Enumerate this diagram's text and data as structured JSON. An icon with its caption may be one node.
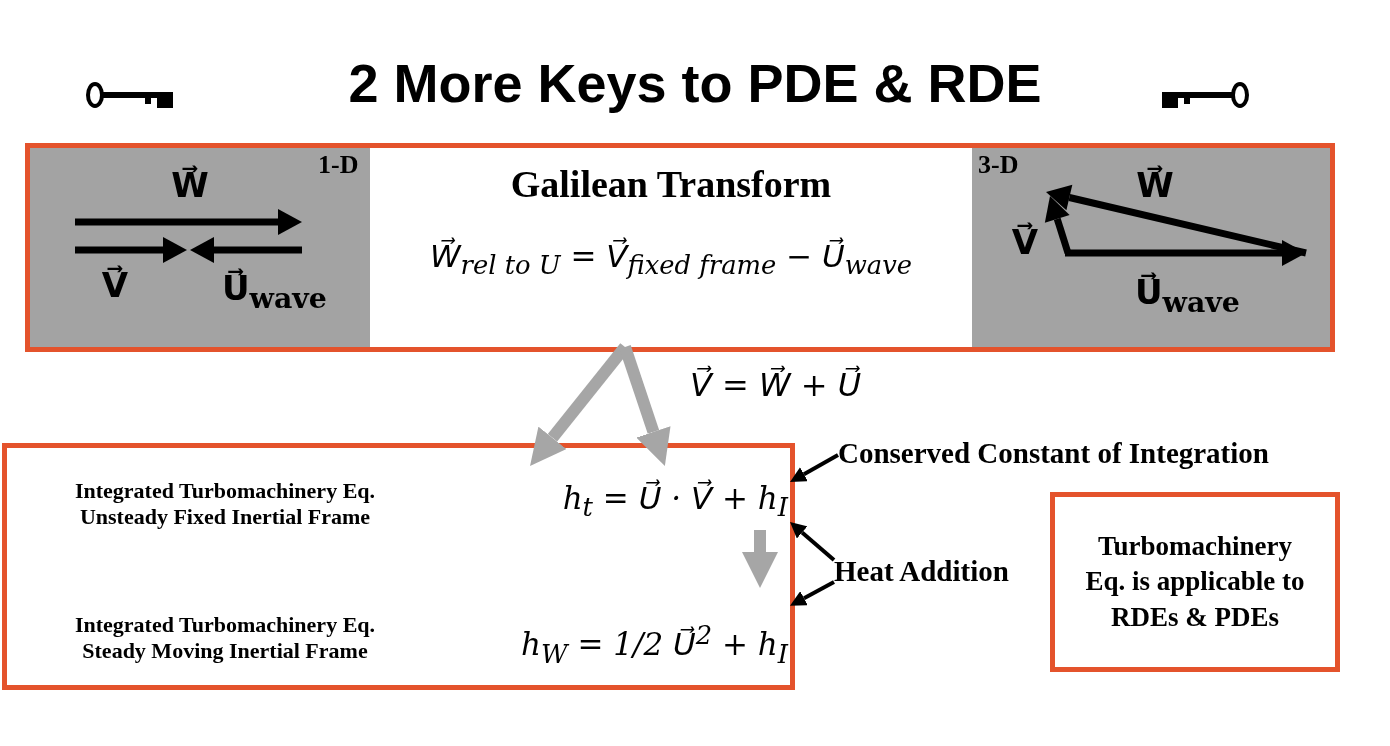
{
  "diagram": {
    "title": "2 More Keys to PDE & RDE",
    "nodes": [
      {
        "text": [],
        "shape": "box"
      },
      {
        "text": [
          "1-D",
          "W⃗",
          "V⃗",
          "U⃗$_{wave}$"
        ],
        "in": 0
      },
      {
        "text": [
          "Galilean Transform",
          "W⃗$_{rel to U}$ = V⃗$_{fixed frame}$ − U⃗$_{wave}$"
        ],
        "in": 0
      },
      {
        "text": [
          "3-D",
          "W⃗",
          "V⃗",
          "U⃗$_{wave}$"
        ],
        "in": 0
      },
      {
        "text": [
          "Integrated Turbomachinery Eq. Unsteady Fixed Inertial Frame",
          "Integrated Turbomachinery Eq. Steady Moving Inertial Frame"
        ]
      },
      {
        "text": [
          "h$_{t}$ = U⃗ · V⃗ + h$_{I}$"
        ],
        "in": 4
      },
      {
        "text": [
          "h$_{W}$ = 1/2 U⃗$^{2}$ + h$_{I}$"
        ],
        "in": 4
      },
      {
        "text": [
          "Conserved Constant of Integration"
        ]
      },
      {
        "text": [
          "Heat Addition"
        ]
      },
      {
        "text": [
          "Turbomachinery Eq. is applicable to RDEs & PDEs"
        ]
      }
    ],
    "edges": [
      {
        "from": 2,
        "to": 5,
        "arrow": "to",
        "style": "thick",
        "color": "#a6a6a6"
      },
      {
        "from": 2,
        "to": 5,
        "arrow": "to",
        "style": "thick",
        "color": "#a6a6a6"
      },
      {
        "from": 5,
        "to": 6,
        "arrow": "to",
        "style": "thick",
        "color": "#a6a6a6"
      },
      {
        "from": 7,
        "to": 5,
        "arrow": "to",
        "color": "#000000"
      },
      {
        "from": 8,
        "to": 5,
        "arrow": "to",
        "color": "#000000"
      },
      {
        "from": 8,
        "to": 6,
        "arrow": "to",
        "color": "#000000"
      }
    ],
    "labels": [
      "V⃗ = W⃗ + U⃗"
    ]
  }
}
